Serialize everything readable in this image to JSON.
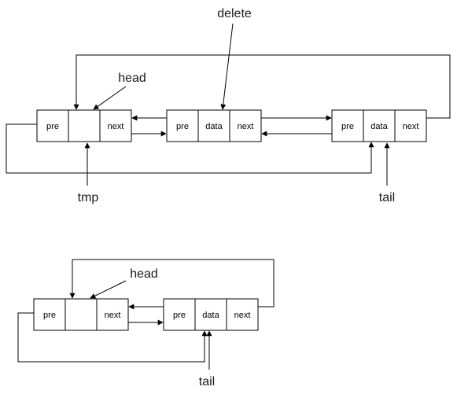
{
  "colors": {
    "stroke": "#000000",
    "fill": "#ffffff",
    "text": "#1a1a1a"
  },
  "top_list": {
    "node1": {
      "pre": "pre",
      "data": "",
      "next": "next"
    },
    "node2": {
      "pre": "pre",
      "data": "data",
      "next": "next"
    },
    "node3": {
      "pre": "pre",
      "data": "data",
      "next": "next"
    },
    "labels": {
      "delete": "delete",
      "head": "head",
      "tmp": "tmp",
      "tail": "tail"
    }
  },
  "bottom_list": {
    "node1": {
      "pre": "pre",
      "data": "",
      "next": "next"
    },
    "node2": {
      "pre": "pre",
      "data": "data",
      "next": "next"
    },
    "labels": {
      "head": "head",
      "tail": "tail"
    }
  }
}
